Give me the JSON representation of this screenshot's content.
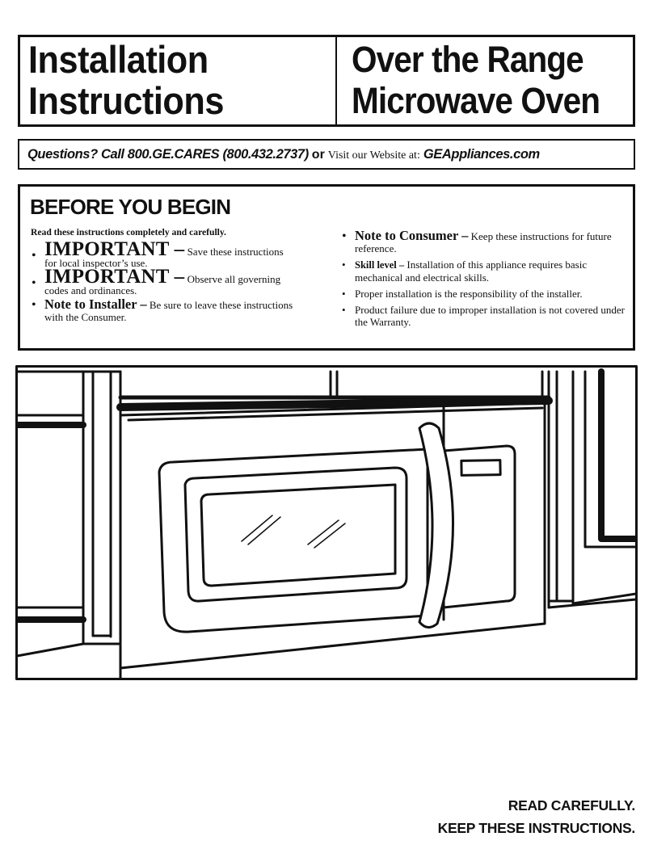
{
  "header": {
    "left_line1": "Installation",
    "left_line2": "Instructions",
    "right_line1": "Over the Range",
    "right_line2": "Microwave Oven"
  },
  "questions": {
    "prompt": "Questions? Call 800.GE.CARES (800.432.2737)",
    "or": "or",
    "visit": "Visit our Website at:",
    "website": "GEAppliances.com"
  },
  "before_you_begin": {
    "heading": "BEFORE YOU BEGIN",
    "intro": "Read these instructions completely and carefully.",
    "left_items": [
      {
        "lead": "IMPORTANT –",
        "text": " Save these instructions for local inspector’s use."
      },
      {
        "lead": "IMPORTANT –",
        "text": " Observe all governing codes and ordinances."
      },
      {
        "lead": "Note to Installer –",
        "text": " Be sure to leave these instructions with the Consumer."
      }
    ],
    "right_items": [
      {
        "lead": "Note to Consumer –",
        "text": " Keep these instructions for future reference."
      },
      {
        "lead": "Skill level –",
        "text": " Installation of this appliance requires basic mechanical and electrical skills."
      },
      {
        "lead": "",
        "text": "Proper installation is the responsibility of the installer."
      },
      {
        "lead": "",
        "text": "Product failure due to improper installation is not covered under the Warranty."
      }
    ]
  },
  "footer": {
    "line1": "READ CAREFULLY.",
    "line2": "KEEP THESE INSTRUCTIONS."
  }
}
